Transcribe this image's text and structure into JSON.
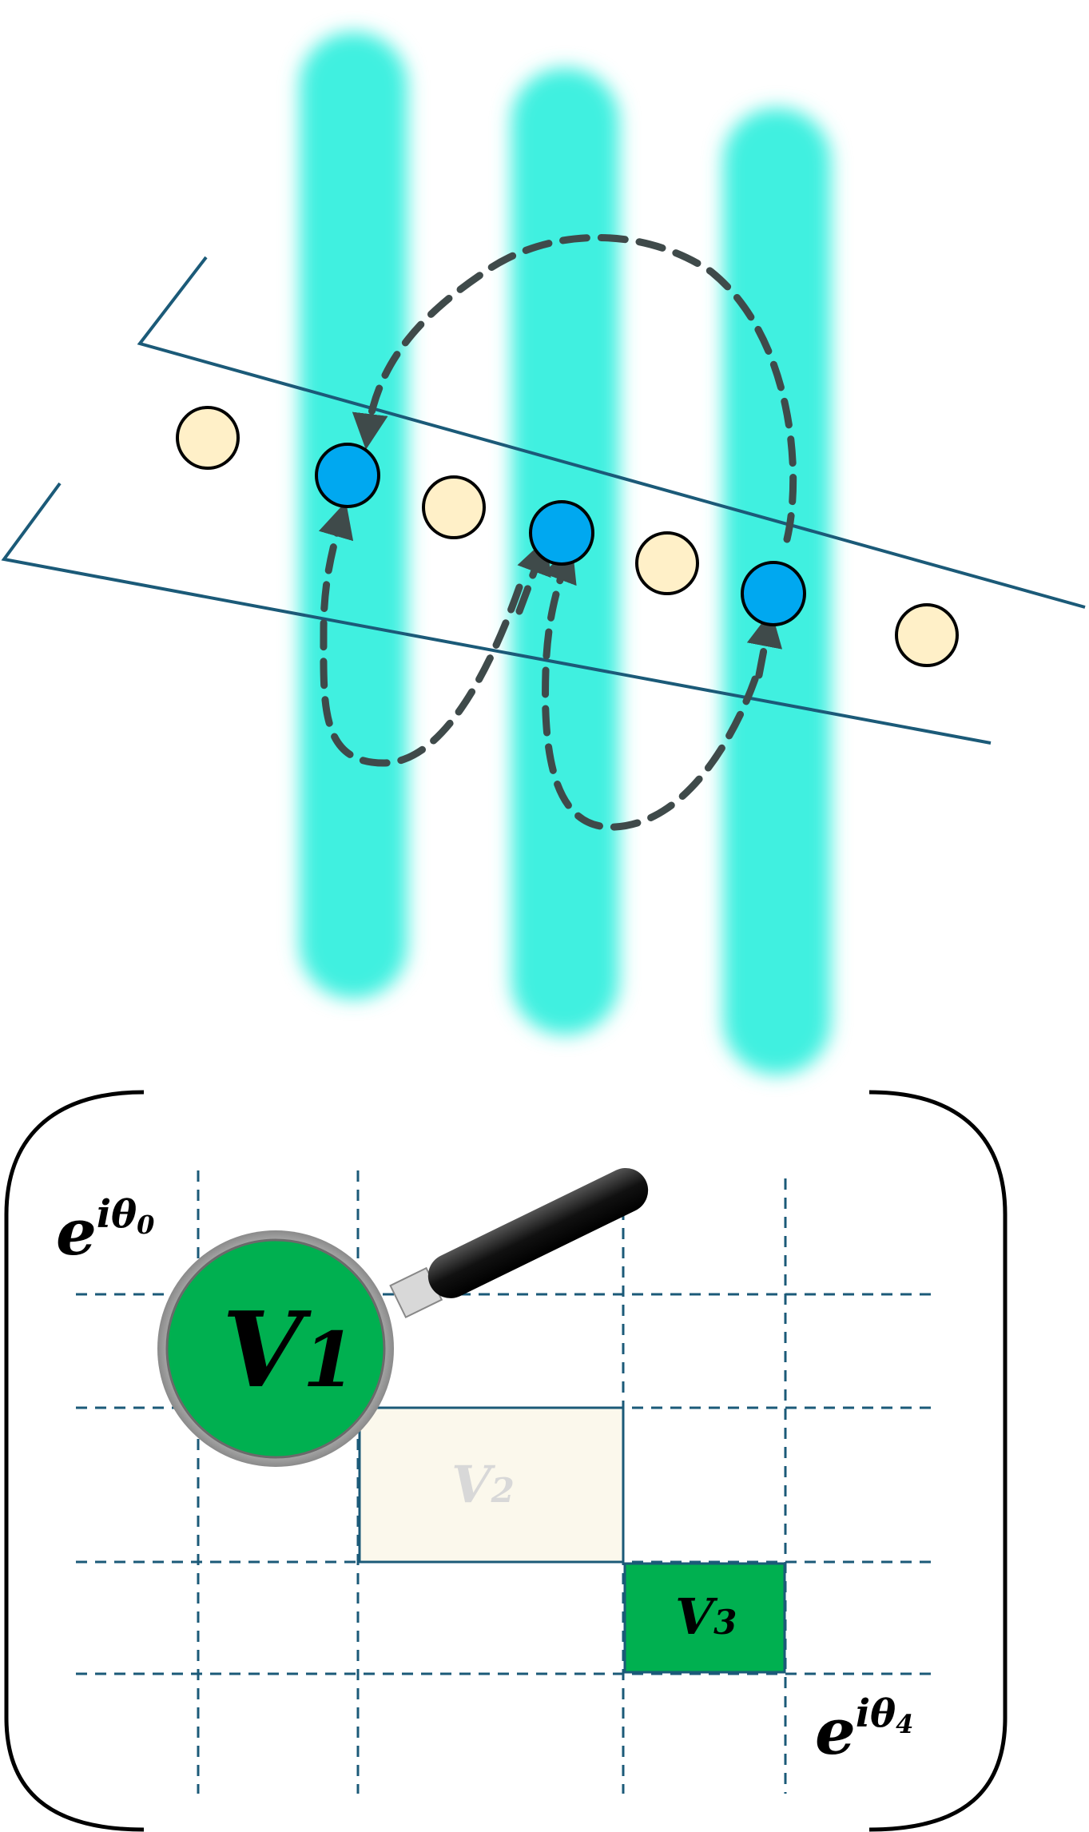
{
  "colors": {
    "laser_beam": "#3FF0E0",
    "trap_line": "#1B5A78",
    "dashed_path": "#3F4A4A",
    "atom_empty_fill": "#FFF0C8",
    "atom_filled_fill": "#00A8F0",
    "grid_dash": "#1B5A78",
    "block_v1": "#00B050",
    "block_v2": "#FBF8EC",
    "block_v3": "#00B050",
    "label_v2": "#D8D8D8",
    "bracket": "#000000"
  },
  "atoms": [
    {
      "state": "empty"
    },
    {
      "state": "filled"
    },
    {
      "state": "empty"
    },
    {
      "state": "filled"
    },
    {
      "state": "empty"
    },
    {
      "state": "filled"
    },
    {
      "state": "empty"
    }
  ],
  "matrix": {
    "top_left_label": "e",
    "top_left_exponent": "iθ",
    "top_left_subscript": "0",
    "bottom_right_label": "e",
    "bottom_right_exponent": "iθ",
    "bottom_right_subscript": "4",
    "blocks": [
      {
        "label": "V",
        "subscript": "1",
        "icon": "magnifier-icon"
      },
      {
        "label": "V",
        "subscript": "2"
      },
      {
        "label": "V",
        "subscript": "3"
      }
    ]
  }
}
